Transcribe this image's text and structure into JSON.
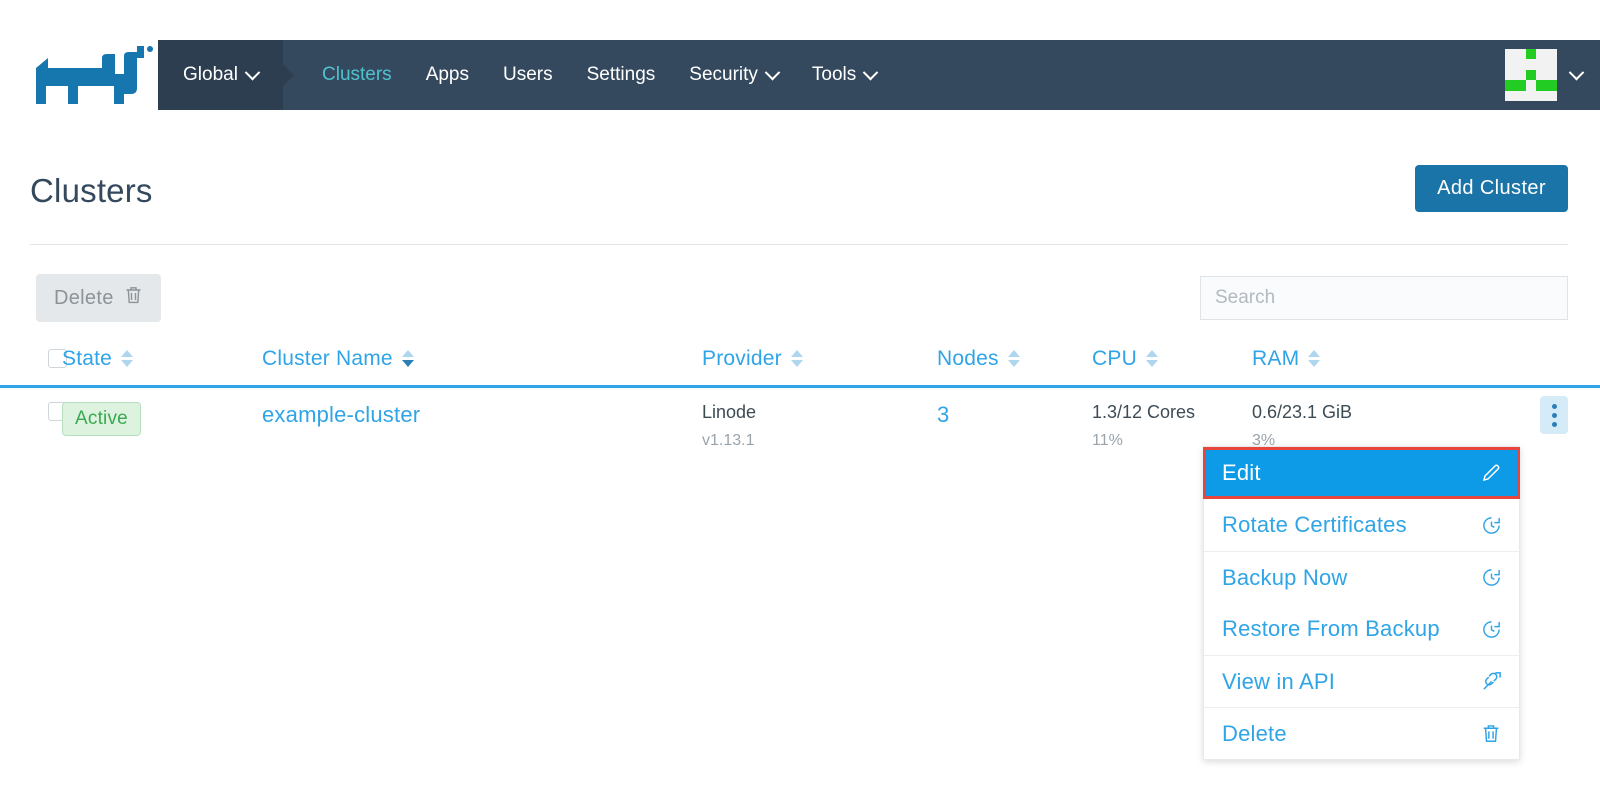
{
  "brand": {
    "logo_icon": "rancher-bull-logo",
    "accent": "#1a74a8",
    "navbar_bg": "#35495e",
    "active_nav": "#4fc1cf"
  },
  "navbar": {
    "context_label": "Global",
    "context_icon": "chevron-down-icon",
    "items": [
      {
        "label": "Clusters",
        "active": true,
        "dropdown": false
      },
      {
        "label": "Apps",
        "active": false,
        "dropdown": false
      },
      {
        "label": "Users",
        "active": false,
        "dropdown": false
      },
      {
        "label": "Settings",
        "active": false,
        "dropdown": false
      },
      {
        "label": "Security",
        "active": false,
        "dropdown": true
      },
      {
        "label": "Tools",
        "active": false,
        "dropdown": true
      }
    ],
    "avatar_icon": "user-identicon-avatar",
    "avatar_caret_icon": "chevron-down-icon"
  },
  "page": {
    "title": "Clusters",
    "add_button_label": "Add Cluster"
  },
  "toolbar": {
    "delete_label": "Delete",
    "delete_icon": "trash-icon",
    "delete_disabled": true,
    "search_placeholder": "Search",
    "search_value": ""
  },
  "table": {
    "select_all_checked": false,
    "columns": [
      {
        "key": "state",
        "label": "State",
        "sortable": true,
        "sorted": false
      },
      {
        "key": "name",
        "label": "Cluster Name",
        "sortable": true,
        "sorted": true
      },
      {
        "key": "provider",
        "label": "Provider",
        "sortable": true,
        "sorted": false
      },
      {
        "key": "nodes",
        "label": "Nodes",
        "sortable": true,
        "sorted": false
      },
      {
        "key": "cpu",
        "label": "CPU",
        "sortable": true,
        "sorted": false
      },
      {
        "key": "ram",
        "label": "RAM",
        "sortable": true,
        "sorted": false
      }
    ],
    "rows": [
      {
        "checked": false,
        "state": "Active",
        "name": "example-cluster",
        "provider": "Linode",
        "provider_version": "v1.13.1",
        "nodes": "3",
        "cpu": "1.3/12 Cores",
        "cpu_percent": "11%",
        "ram": "0.6/23.1 GiB",
        "ram_percent": "3%",
        "actions_icon": "kebab-menu-icon"
      }
    ]
  },
  "action_menu": {
    "open": true,
    "highlight_color": "#e8453c",
    "items": [
      {
        "label": "Edit",
        "icon": "pencil-icon",
        "highlighted": true,
        "separator_above": false
      },
      {
        "label": "Rotate Certificates",
        "icon": "history-icon",
        "highlighted": false,
        "separator_above": false
      },
      {
        "label": "Backup Now",
        "icon": "history-icon",
        "highlighted": false,
        "separator_above": true
      },
      {
        "label": "Restore From Backup",
        "icon": "history-icon",
        "highlighted": false,
        "separator_above": false
      },
      {
        "label": "View in API",
        "icon": "external-link-icon",
        "highlighted": false,
        "separator_above": true
      },
      {
        "label": "Delete",
        "icon": "trash-icon",
        "highlighted": false,
        "separator_above": true
      }
    ]
  }
}
